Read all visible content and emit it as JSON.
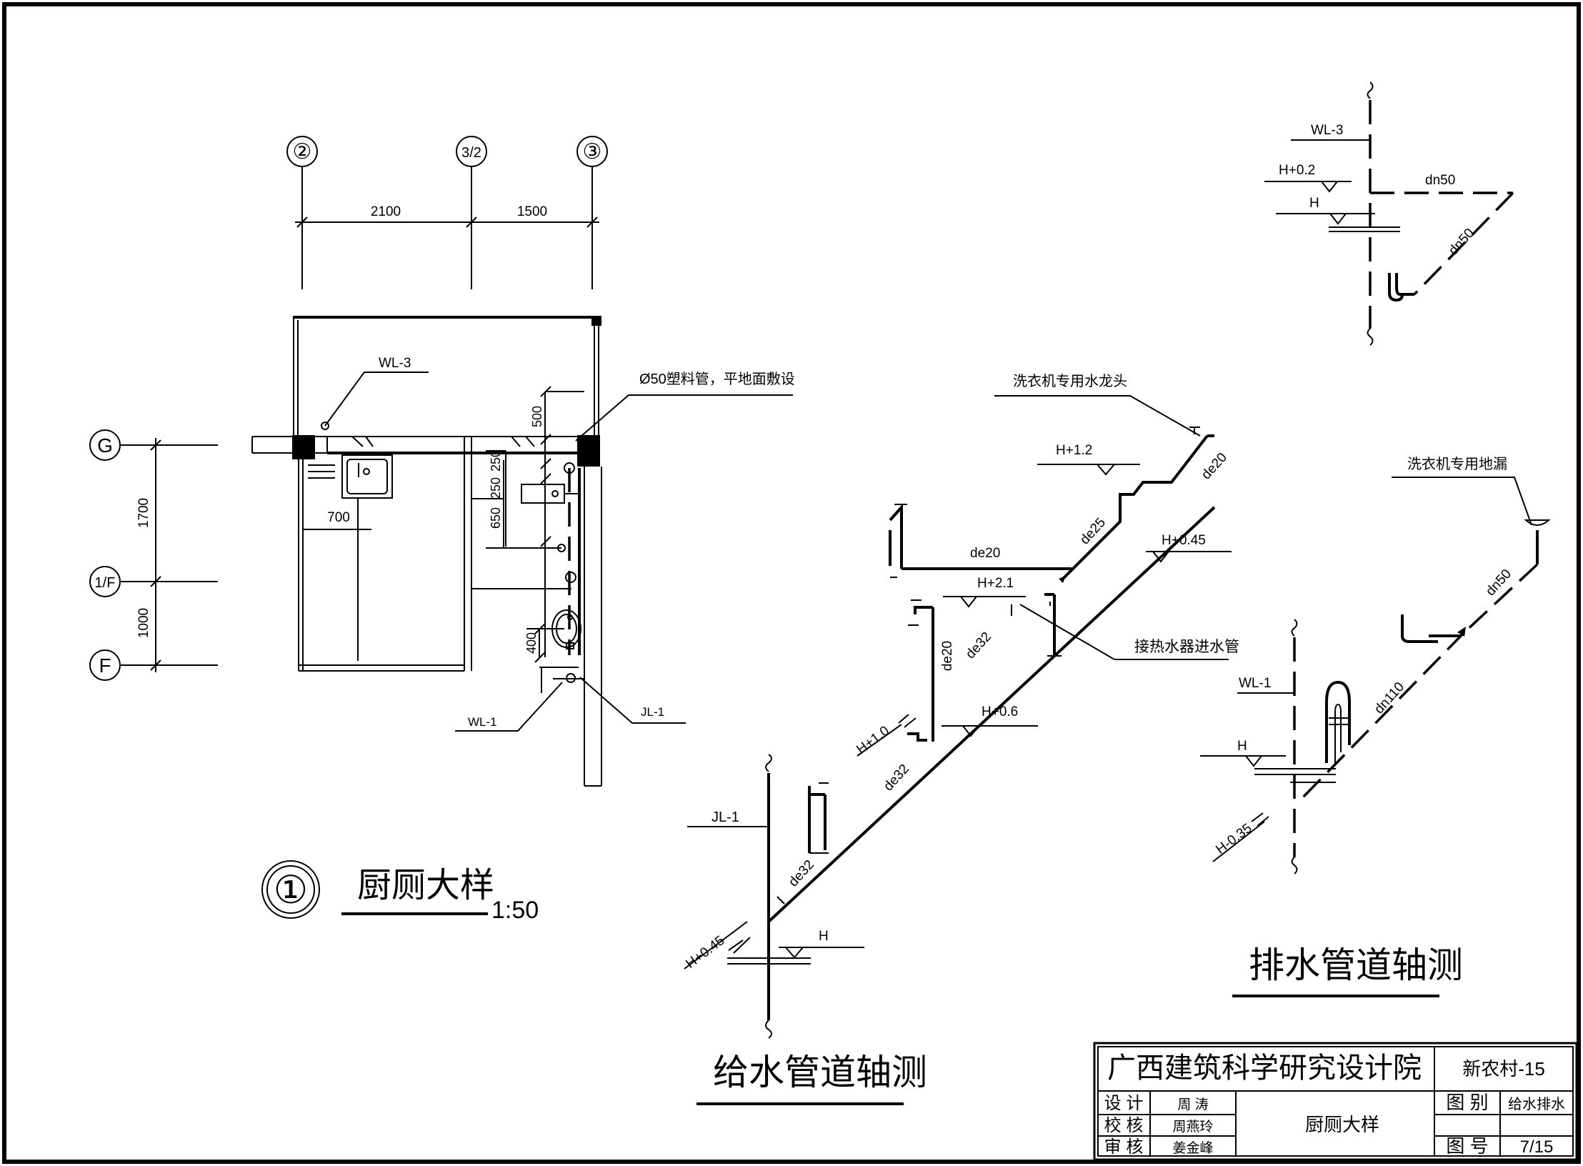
{
  "plan": {
    "axes_top": [
      "②",
      "3/2",
      "③"
    ],
    "axes_left": [
      "G",
      "1/F",
      "F"
    ],
    "dims_top": [
      "2100",
      "1500"
    ],
    "dims_left": [
      "1700",
      "1000"
    ],
    "dim_700": "700",
    "dims_right": [
      "500",
      "250",
      "250",
      "650"
    ],
    "dim_400": "400",
    "wl3": "WL-3",
    "wl1": "WL-1",
    "jl1": "JL-1",
    "pipe_note": "Ø50塑料管，平地面敷设",
    "detail_no": "①",
    "detail_title": "厨厕大样",
    "scale": "1:50"
  },
  "supply": {
    "title": "给水管道轴测",
    "jl1": "JL-1",
    "washer_tap": "洗衣机专用水龙头",
    "heater_pipe": "接热水器进水管",
    "h12": "H+1.2",
    "h045a": "H+0.45",
    "h21": "H+2.1",
    "h10": "H+1.0",
    "h06": "H+0.6",
    "h045b": "H+0.45",
    "h": "H",
    "de20a": "de20",
    "de25": "de25",
    "de20b": "de20",
    "de32a": "de32",
    "de20c": "de20",
    "de32b": "de32",
    "de32c": "de32"
  },
  "drain": {
    "title": "排水管道轴测",
    "wl3": "WL-3",
    "h02": "H+0.2",
    "h_top": "H",
    "dn50a": "dn50",
    "dn50b": "dn50",
    "floor_drain": "洗衣机专用地漏",
    "dn50c": "dn50",
    "wl1": "WL-1",
    "h_low": "H",
    "dn110": "dn110",
    "h035": "H-0.35"
  },
  "titleblock": {
    "org": "广西建筑科学研究设计院",
    "project": "新农村-15",
    "roles": [
      "设 计",
      "校 核",
      "审 核"
    ],
    "names": [
      "周 涛",
      "周燕玲",
      "姜金峰"
    ],
    "drawing_name": "厨厕大样",
    "cat_label": "图 别",
    "cat_value": "给水排水",
    "no_label": "图 号",
    "no_value": "7/15"
  }
}
